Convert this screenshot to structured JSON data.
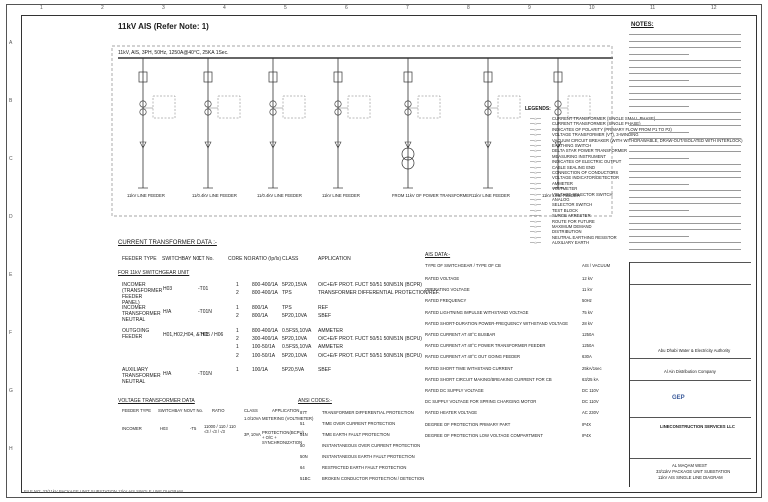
{
  "drawing_title": "11kV AIS (Refer Note: 1)",
  "busbar_label": "11kV, AIS, 3PH, 50Hz, 1250A@40°C, 25KA 1Sec.",
  "col_numbers": [
    "1",
    "2",
    "3",
    "4",
    "5",
    "6",
    "7",
    "8",
    "9",
    "10",
    "11",
    "12"
  ],
  "row_letters": [
    "A",
    "B",
    "C",
    "D",
    "E",
    "F",
    "G",
    "H"
  ],
  "feeder_labels": [
    "11kV LINE FEEDER",
    "11/0.4kV LINE FEEDER",
    "11/0.4kV LINE FEEDER",
    "11kV LINE FEEDER",
    "FROM 11kV OF POWER TRANSFORMER",
    "11kV LINE FEEDER",
    "11kV LINE FEEDER"
  ],
  "legend": {
    "title": "LEGENDS:",
    "items": [
      "CURRENT TRANSFORMER (SINGLE SMALL PHASE)",
      "CURRENT TRANSFORMER (SINGLE PHASE)",
      "INDICATES OF POLARITY (PRIMARY FLOW FROM P1 TO P2)",
      "VOLTAGE TRANSFORMER (VT), 3-WINDING",
      "VACUUM CIRCUIT BREAKER (WITH WITHDRAWABLE, DRAW-OUT/ISOLATED WITH INTERLOCK)",
      "EARTHING SWITCH",
      "DELTA STAR POWER TRANSFORMER",
      "MEASURING INSTRUMENT",
      "INDICATES OF ELECTRIC OUTPUT",
      "CABLE SEALING END",
      "CONNECTION OF CONDUCTORS",
      "VOLTAGE INDICATOR/DETECTOR",
      "AMMETER",
      "VOLTMETER",
      "VOLTAGE SELECTOR SWITCH",
      "ANALOG",
      "SELECTOR SWITCH",
      "TEST BLOCK",
      "SURGE ARRESTER",
      "ROUTE FOR FUTURE",
      "MAXIMUM DEMAND",
      "DISTRIBUTION",
      "NEUTRAL EARTHING RESISTOR",
      "AUXILIARY EARTH"
    ]
  },
  "ct_table": {
    "title": "CURRENT TRANSFORMER DATA :-",
    "headers": [
      "FEEDER TYPE",
      "SWITCHBAY NO.",
      "CT No.",
      "CORE NO.",
      "RATIO (Ip/Is)",
      "CLASS",
      "APPLICATION"
    ],
    "subtitle": "FOR 11kV SWITCHGEAR UNIT",
    "groups": [
      {
        "feeder": "INCOMER (TRANSFORMER FEEDER PANEL)",
        "bay": "H03",
        "ct": "-T01",
        "rows": [
          {
            "core": "1",
            "ratio": "800-400/1A",
            "cls": "5P20,15VA",
            "app": "O/C+E/F PROT. FUCT 50/51 50N/51N (BCPR)"
          },
          {
            "core": "2",
            "ratio": "800-400/1A",
            "cls": "TPS",
            "app": "TRANSFORMER DIFFERENTIAL PROTECTION/REF."
          }
        ]
      },
      {
        "feeder": "INCOMER TRANSFORMER NEUTRAL",
        "bay": "H/A",
        "ct": "-T01N",
        "rows": [
          {
            "core": "1",
            "ratio": "800/1A",
            "cls": "TPS",
            "app": "REF"
          },
          {
            "core": "2",
            "ratio": "800/1A",
            "cls": "5P20,10VA",
            "app": "SBEF"
          }
        ]
      },
      {
        "feeder": "OUTGOING FEEDER",
        "bay": "H01,H02,H04, & H05 / H06",
        "ct": "-T01",
        "rows": [
          {
            "core": "1",
            "ratio": "800-400/1A",
            "cls": "0.5FS5,10VA",
            "app": "AMMETER"
          },
          {
            "core": "2",
            "ratio": "300-400/1A",
            "cls": "5P20,10VA",
            "app": "O/C+E/F PROT. FUCT 50/51 50N/51N (BCPU)"
          },
          {
            "core": "1",
            "ratio": "100-50/1A",
            "cls": "0.5FS5,10VA",
            "app": "AMMETER"
          },
          {
            "core": "2",
            "ratio": "100-50/1A",
            "cls": "5P20,10VA",
            "app": "O/C+E/F PROT. FUCT 50/51 50N/51N (BCPU)"
          }
        ]
      },
      {
        "feeder": "AUXILIARY TRANSFORMER NEUTRAL",
        "bay": "H/A",
        "ct": "-T01N",
        "rows": [
          {
            "core": "1",
            "ratio": "100/1A",
            "cls": "5P20,5VA",
            "app": "SBEF"
          }
        ]
      }
    ]
  },
  "vt_table": {
    "title": "VOLTAGE TRANSFORMER DATA",
    "headers": [
      "FEEDER TYPE",
      "SWITCHBAY NO.",
      "VT No.",
      "RATIO",
      "CLASS",
      "APPLICATION"
    ],
    "row": {
      "feeder": "INCOMER",
      "bay": "H03",
      "vt": "-T5",
      "ratio": "11000 / 110 / 110 √3 / √3 / √3",
      "cls1": "1.0/10VA",
      "app1": "METERING (VOLTMETER)",
      "cls2": "3P, 10VA",
      "app2": "PROTECTION(BCPU) + O/C + SYNCHRONIZATION"
    }
  },
  "codes": {
    "title": "ANSI CODES:-",
    "items": [
      {
        "code": "87T",
        "desc": "TRANSFORMER DIFFERENTIAL PROTECTION"
      },
      {
        "code": "51",
        "desc": "TIME OVER CURRENT PROTECTION"
      },
      {
        "code": "51N",
        "desc": "TIME EARTH FAULT PROTECTION"
      },
      {
        "code": "50",
        "desc": "INSTANTANEOUS OVER CURRENT PROTECTION"
      },
      {
        "code": "50N",
        "desc": "INSTANTANEOUS EARTH FAULT PROTECTION"
      },
      {
        "code": "64",
        "desc": "RESTRICTED EARTH FAULT PROTECTION"
      },
      {
        "code": "51BC",
        "desc": "BROKEN CONDUCTOR PROTECTION / DETECTION"
      }
    ]
  },
  "ais_data": {
    "title": "AIS DATA:-",
    "headers": [
      "TYPE OF SWITCHGEAR / TYPE OF CB",
      "AIS / VACUUM"
    ],
    "rows": [
      {
        "label": "RATED VOLTAGE",
        "value": "12 kV"
      },
      {
        "label": "OPERATING VOLTAGE",
        "value": "11 kV"
      },
      {
        "label": "RATED FREQUENCY",
        "value": "50Hz"
      },
      {
        "label": "RATED LIGHTNING IMPULSE WITHSTAND VOLTAGE",
        "value": "75 kV"
      },
      {
        "label": "RATED SHORT-DURATION POWER-FREQUENCY WITHSTAND VOLTAGE",
        "value": "28 kV"
      },
      {
        "label": "RATED CURRENT AT 40°C BUSBAR",
        "value": "1250A"
      },
      {
        "label": "RATED CURRENT AT 40°C POWER TRANSFORMER FEEDER",
        "value": "1250A"
      },
      {
        "label": "RATED CURRENT AT 40°C OUT GOING FEEDER",
        "value": "630A"
      },
      {
        "label": "RATED SHORT TIME WITHSTAND CURRENT",
        "value": "25kA/1sec"
      },
      {
        "label": "RATED SHORT CIRCUIT MAKING/BREAKING CURRENT FOR CB",
        "value": "63/25 kA"
      },
      {
        "label": "RATED DC SUPPLY VOLTAGE",
        "value": "DC 110V"
      },
      {
        "label": "DC SUPPLY VOLTAGE FOR SPRING CHARGING MOTOR",
        "value": "DC 110V"
      },
      {
        "label": "RATED HEATER VOLTAGE",
        "value": "AC 230V"
      },
      {
        "label": "DEGREE OF PROTECTION PRIMARY PART",
        "value": "IP4X"
      },
      {
        "label": "DEGREE OF PROTECTION LOW VOLTAGE COMPARTMENT",
        "value": "IP4X"
      }
    ]
  },
  "notes": {
    "title": "NOTES:"
  },
  "title_block": {
    "client_en": "Abu Dhabi Water & Electricity Authority",
    "distribution": "Al Ain Distribution Company",
    "consultant": "GEP",
    "contractor": "LINECONSTRUCTION SERVICES LLC",
    "project_line1": "AL MAQAM WEST",
    "project_line2": "33/11kV PACKAGE UNIT SUBSTATION",
    "project_line3": "11kV AIS SINGLE LINE DIAGRAM"
  },
  "footer_path": "FILE NO: 33/11kV PACKAGE UNIT SUBSTATION  11kV AIS SINGLE LINE DIAGRAM"
}
